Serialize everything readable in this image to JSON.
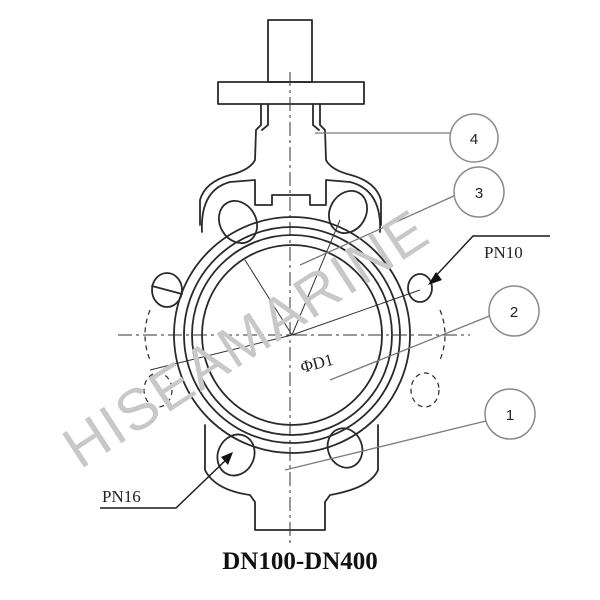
{
  "figure": {
    "subject": "Butterfly valve (wafer type) front view technical drawing",
    "caption": "DN100-DN400",
    "diameter_label": "ΦD1",
    "pressure_labels": {
      "top_right": "PN10",
      "bottom_left": "PN16"
    },
    "callouts": [
      {
        "id": "4",
        "label": "4"
      },
      {
        "id": "3",
        "label": "3"
      },
      {
        "id": "2",
        "label": "2"
      },
      {
        "id": "1",
        "label": "1"
      }
    ],
    "watermark": "HISEAMARINE",
    "colors": {
      "line": "#2a2a2a",
      "leader": "#7a7a7a",
      "watermark": "#c8c8c8",
      "background": "#ffffff"
    }
  }
}
